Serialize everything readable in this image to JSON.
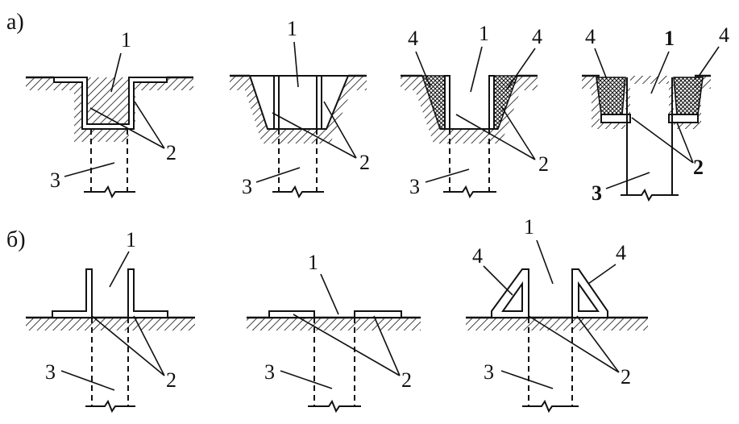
{
  "rows": {
    "a": "а)",
    "b": "б)"
  },
  "labels": {
    "one": "1",
    "two": "2",
    "three": "3",
    "four": "4"
  }
}
